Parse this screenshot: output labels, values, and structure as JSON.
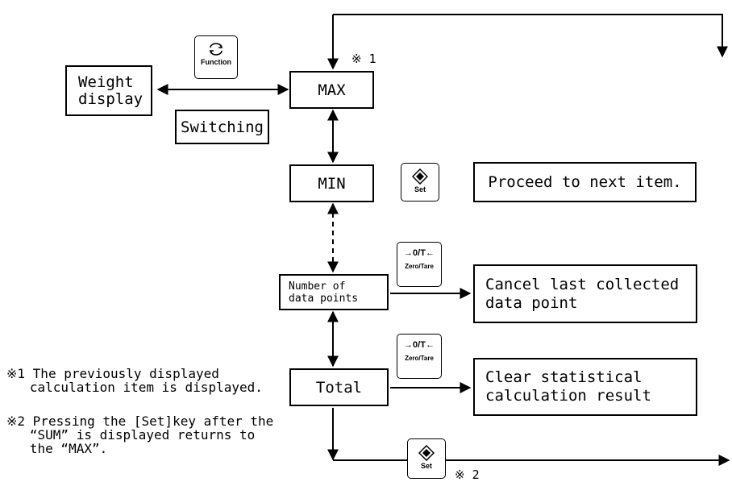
{
  "boxes": {
    "weight_display": "Weight\ndisplay",
    "switching": "Switching",
    "max": "MAX",
    "min": "MIN",
    "proceed": "Proceed to next item.",
    "number_of_data_points": "Number of\ndata points",
    "cancel": "Cancel last collected\ndata point",
    "total": "Total",
    "clear": "Clear statistical\ncalculation result"
  },
  "keys": {
    "function": {
      "label": "Function",
      "icon": "refresh-arrows-icon"
    },
    "set_1": {
      "label": "Set",
      "icon": "diamond-icon"
    },
    "zero_tare_1": {
      "top": "→0/T←",
      "label": "Zero/Tare"
    },
    "zero_tare_2": {
      "top": "→0/T←",
      "label": "Zero/Tare"
    },
    "set_2": {
      "label": "Set",
      "icon": "diamond-icon"
    }
  },
  "marks": {
    "mark1": "※ 1",
    "mark2": "※ 2"
  },
  "notes": {
    "note1": [
      "※1 The previously displayed",
      "   calculation item is displayed."
    ],
    "note2": [
      "※2 Pressing the [Set]key after the",
      "   “SUM” is displayed returns to",
      "   the “MAX”."
    ]
  }
}
